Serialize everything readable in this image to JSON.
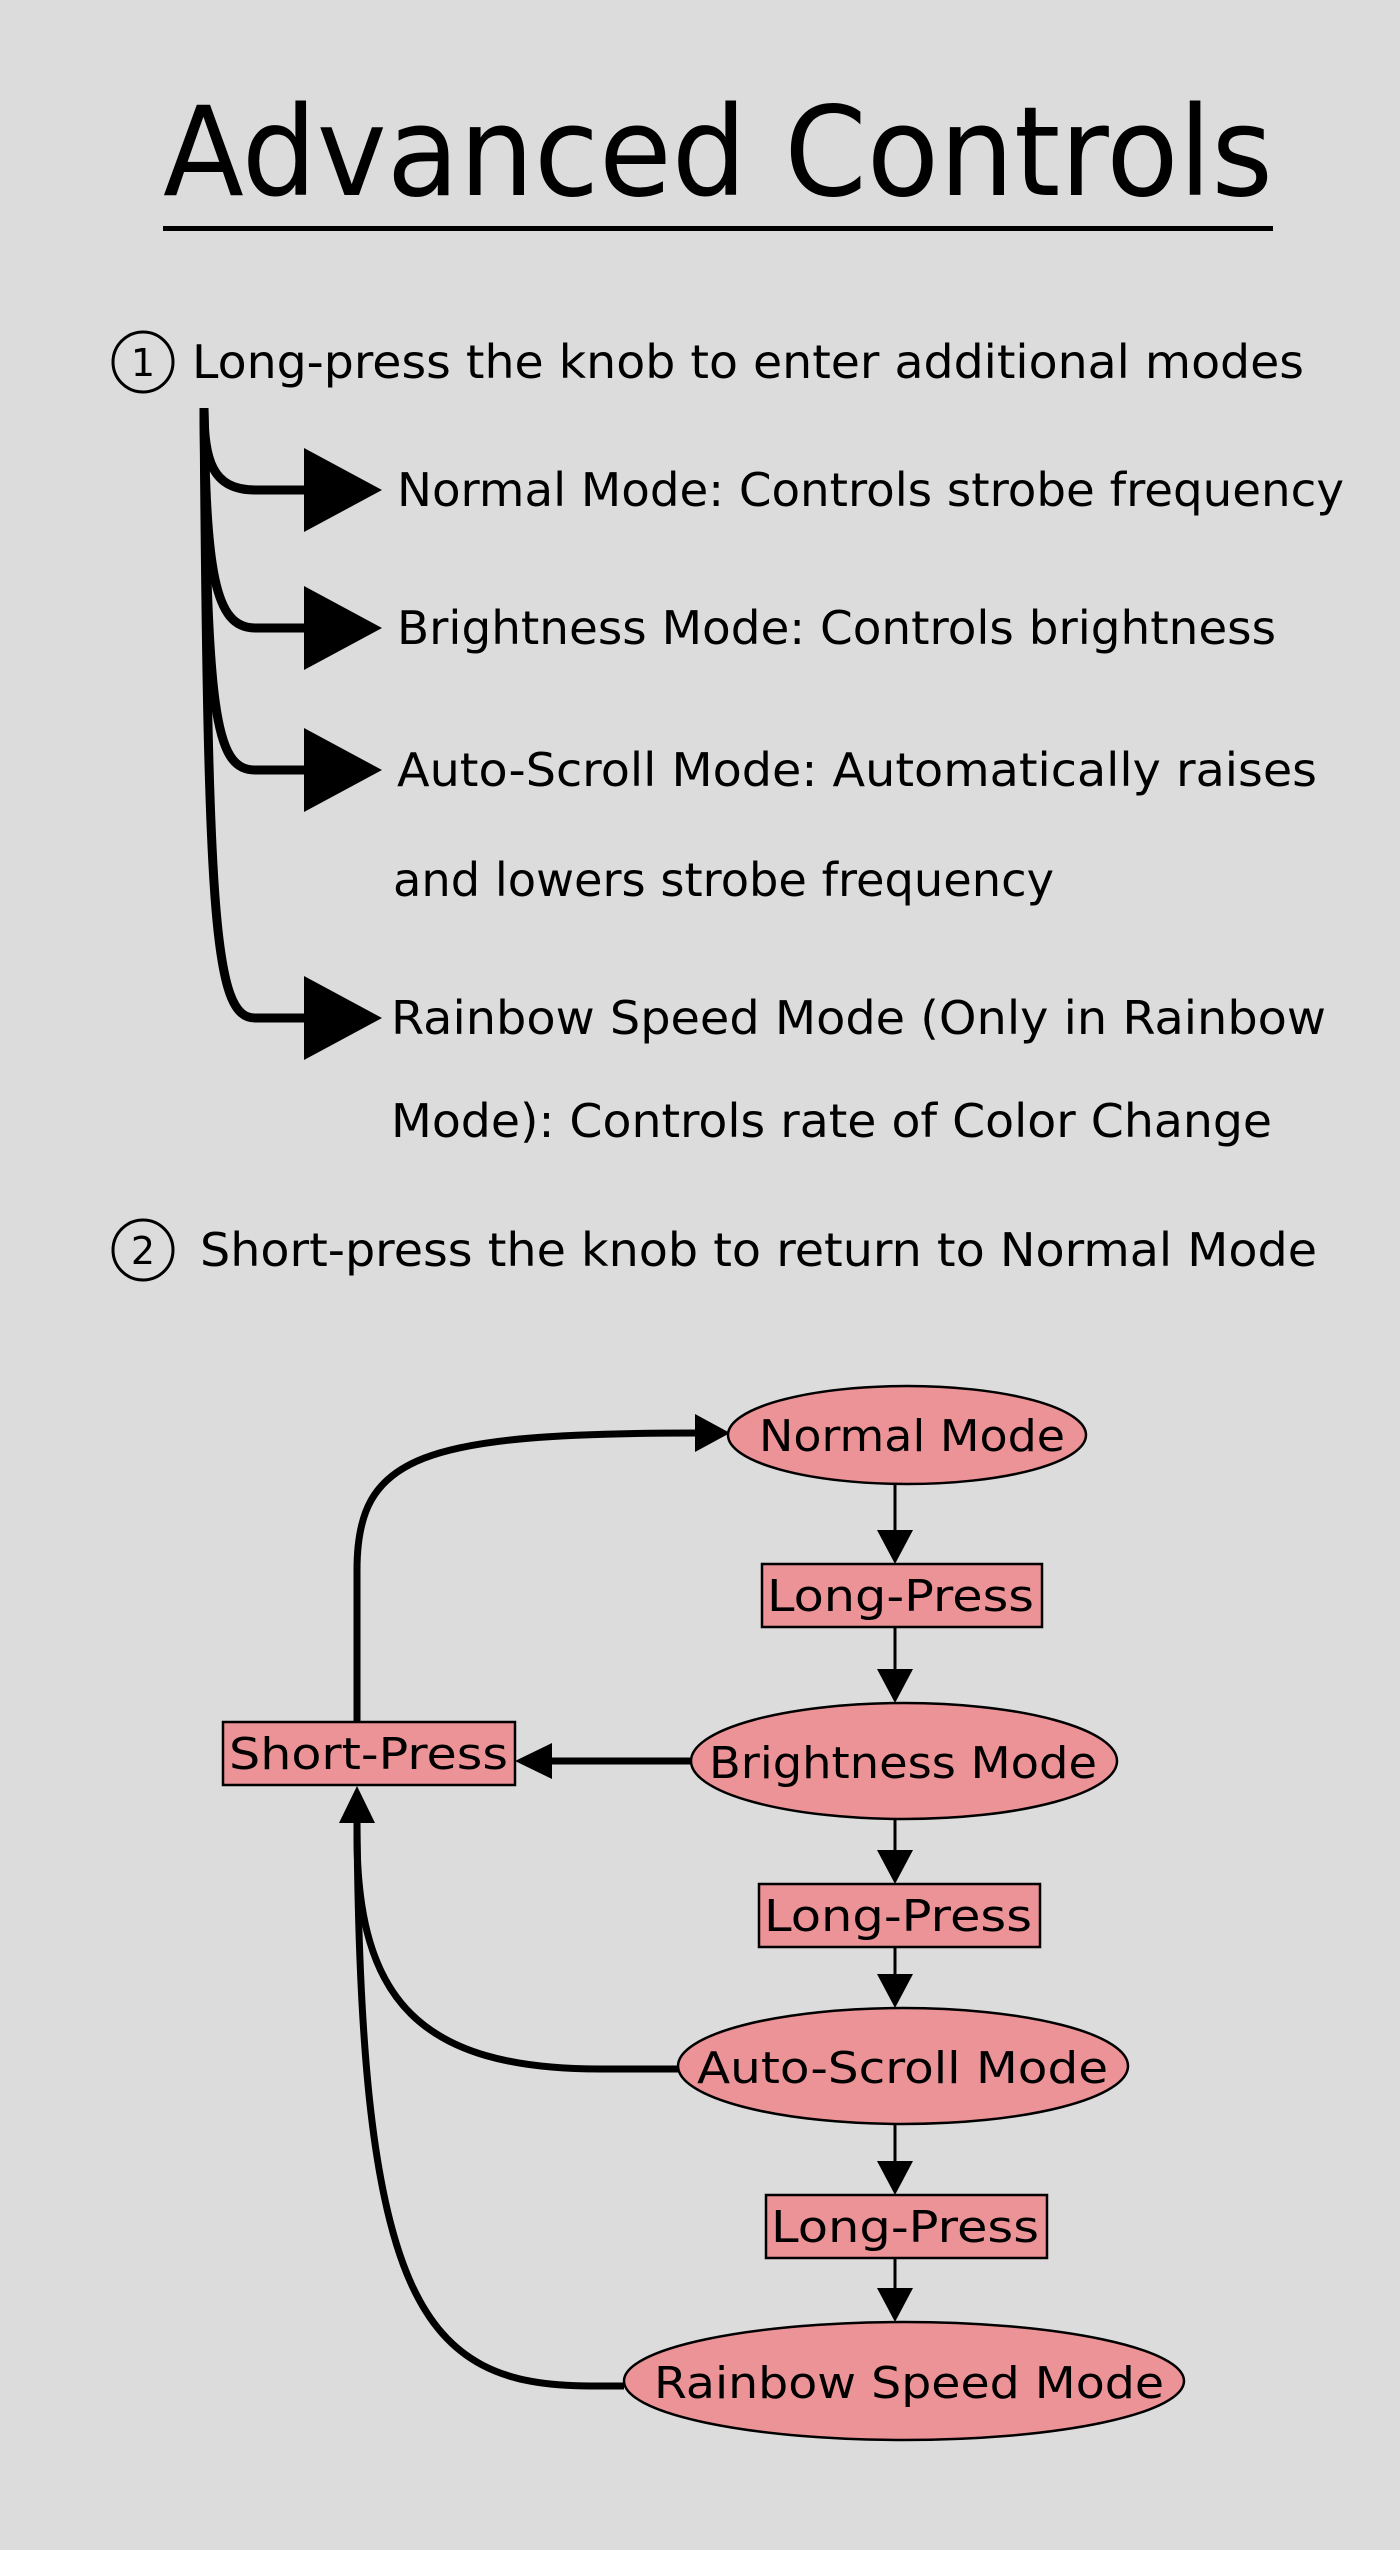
{
  "title": "Advanced Controls",
  "colors": {
    "background": "#dcdcdc",
    "node_fill": "#ec9397",
    "ink": "#000000"
  },
  "steps": [
    {
      "number": "1",
      "text": "Long-press the knob to enter additional modes",
      "modes": [
        {
          "lines": [
            "Normal Mode: Controls strobe frequency"
          ]
        },
        {
          "lines": [
            "Brightness Mode: Controls brightness"
          ]
        },
        {
          "lines": [
            "Auto-Scroll Mode: Automatically raises",
            "and lowers strobe frequency"
          ]
        },
        {
          "lines": [
            "Rainbow Speed Mode (Only in Rainbow",
            "Mode): Controls rate of Color Change"
          ]
        }
      ]
    },
    {
      "number": "2",
      "text": "Short-press the knob to return to Normal Mode"
    }
  ],
  "flow": {
    "nodes": {
      "normal": "Normal Mode",
      "brightness": "Brightness Mode",
      "auto_scroll": "Auto-Scroll Mode",
      "rainbow_speed": "Rainbow Speed Mode"
    },
    "edges": {
      "long_press_1": "Long-Press",
      "long_press_2": "Long-Press",
      "long_press_3": "Long-Press",
      "short_press": "Short-Press"
    }
  }
}
